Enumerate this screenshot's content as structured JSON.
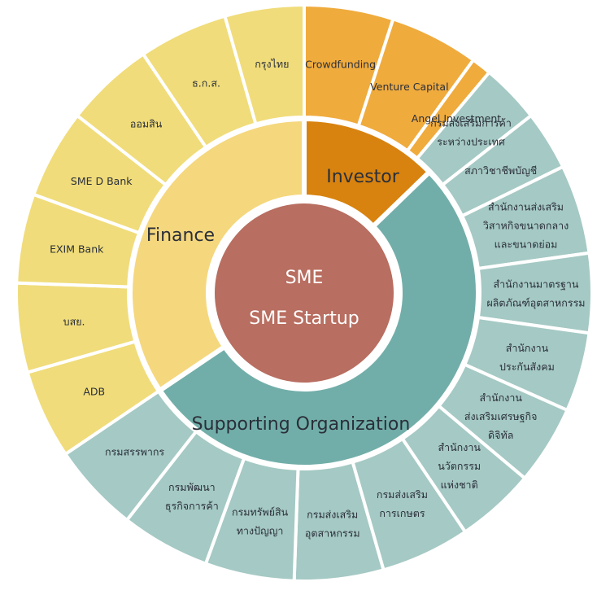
{
  "colors": {
    "finance_mid": "#f5d77d",
    "finance_outer": "#f0dc7a",
    "investor_mid": "#d8830f",
    "investor_outer": "#f0ab3d",
    "support_mid": "#72aea9",
    "support_outer": "#a5c9c4",
    "center": "#b86e60",
    "gap": "#ffffff",
    "text_dark": "#2a2f3a",
    "text_light": "#ffffff"
  },
  "center": {
    "line1": "SME",
    "line2": "SME Startup"
  },
  "sectors": [
    {
      "key": "finance",
      "label": "Finance",
      "start": 270,
      "end": 360,
      "mid_color": "finance_mid"
    },
    {
      "key": "investor",
      "label": "Investor",
      "start": 0,
      "end": 52,
      "mid_color": "investor_mid"
    },
    {
      "key": "support",
      "label": "Supporting Organization",
      "start": 52,
      "end": 270,
      "mid_color": "support_mid"
    }
  ],
  "outer": [
    {
      "lines": [
        "ADB"
      ],
      "start": 252,
      "end": 270,
      "color": "finance_outer"
    },
    {
      "lines": [
        "บสย."
      ],
      "start": 270,
      "end": 288,
      "color": "finance_outer"
    },
    {
      "lines": [
        "EXIM Bank"
      ],
      "start": 288,
      "end": 306,
      "color": "finance_outer"
    },
    {
      "lines": [
        "SME D Bank"
      ],
      "start": 306,
      "end": 324,
      "color": "finance_outer"
    },
    {
      "lines": [
        "ออมสิน"
      ],
      "start": 324,
      "end": 342,
      "color": "finance_outer"
    },
    {
      "lines": [
        "ธ.ก.ส."
      ],
      "start": 342,
      "end": 360,
      "color": "finance_outer"
    },
    {
      "lines": [
        "กรุงไทย"
      ],
      "start": 0,
      "end": 18,
      "color": "finance_outer"
    },
    {
      "lines": [
        "Crowdfunding"
      ],
      "start": 0,
      "end": 18,
      "color": "investor_outer"
    },
    {
      "lines": [
        "Venture Capital"
      ],
      "start": 18,
      "end": 36,
      "color": "investor_outer"
    },
    {
      "lines": [
        "Angel Investment"
      ],
      "start": 36,
      "end": 52,
      "color": "investor_outer"
    },
    {
      "lines": [
        "กรมส่งเสริมการค้า",
        "ระหว่างประเทศ"
      ],
      "start": 52,
      "end": 70,
      "color": "support_outer"
    },
    {
      "lines": [
        "สภาวิชาชีพบัญชี"
      ],
      "start": 70,
      "end": 88,
      "color": "support_outer"
    },
    {
      "lines": [
        "สำนักงานส่งเสริม",
        "วิสาหกิจขนาดกลาง",
        "และขนาดย่อม"
      ],
      "start": 88,
      "end": 106,
      "color": "support_outer"
    },
    {
      "lines": [
        "สำนักงานมาตรฐาน",
        "ผลิตภัณฑ์อุตสาหกรรม"
      ],
      "start": 106,
      "end": 124,
      "color": "support_outer"
    },
    {
      "lines": [
        "สำนักงาน",
        "ประกันสังคม"
      ],
      "start": 124,
      "end": 142,
      "color": "support_outer"
    },
    {
      "lines": [
        "สำนักงาน",
        "ส่งเสริมเศรษฐกิจ",
        "ดิจิทัล"
      ],
      "start": 142,
      "end": 160,
      "color": "support_outer"
    },
    {
      "lines": [
        "สำนักงาน",
        "นวัตกรรม",
        "แห่งชาติ"
      ],
      "start": 160,
      "end": 178,
      "color": "support_outer"
    },
    {
      "lines": [
        "กรมส่งเสริม",
        "การเกษตร"
      ],
      "start": 178,
      "end": 196,
      "color": "support_outer"
    },
    {
      "lines": [
        "กรมส่งเสริม",
        "อุตสาหกรรม"
      ],
      "start": 196,
      "end": 214,
      "color": "support_outer"
    },
    {
      "lines": [
        "กรมทรัพย์สิน",
        "ทางปัญญา"
      ],
      "start": 214,
      "end": 232,
      "color": "support_outer"
    },
    {
      "lines": [
        "กรมพัฒนา",
        "ธุรกิจการค้า"
      ],
      "start": 232,
      "end": 250,
      "color": "support_outer"
    },
    {
      "lines": [
        "กรมสรรพากร"
      ],
      "start": 250,
      "end": 270,
      "color": "support_outer"
    }
  ]
}
